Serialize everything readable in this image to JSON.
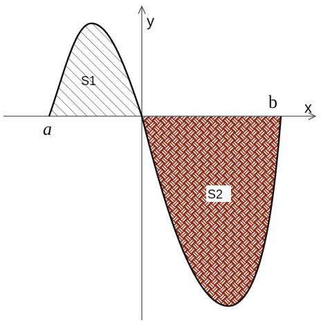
{
  "axes": {
    "x_label": "x",
    "y_label": "y"
  },
  "points": {
    "a_label": "a",
    "b_label": "b"
  },
  "regions": {
    "s1_label": "S1",
    "s2_label": "S2"
  },
  "colors": {
    "s2_fill": "#8b2a14",
    "s2_weave": "#ffffff",
    "s1_hatch": "#333333",
    "curve": "#111111",
    "axis": "#555555"
  }
}
